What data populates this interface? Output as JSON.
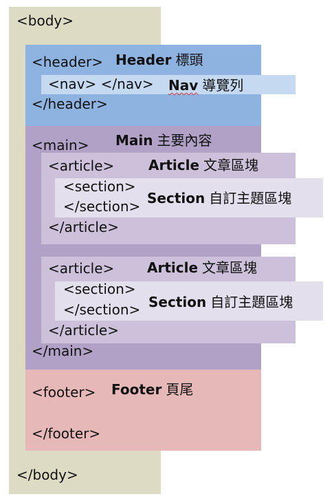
{
  "colors": {
    "body_bg": "#dedbc5",
    "header_bg": "#8eb3e0",
    "nav_bg": "#c5d9f1",
    "main_bg": "#b1a1c6",
    "article_bg": "#ccc0da",
    "section_bg": "#e3dfec",
    "footer_bg": "#e6b9b8"
  },
  "body": {
    "open": "<body>",
    "close": "</body>"
  },
  "header": {
    "open": "<header>",
    "close": "</header>",
    "label": "Header",
    "label_zh": "標頭"
  },
  "nav": {
    "open": "<nav>",
    "close": "</nav>",
    "label": "Nav",
    "label_zh": "導覽列"
  },
  "main": {
    "open": "<main>",
    "close": "</main>",
    "label": "Main",
    "label_zh": "主要內容"
  },
  "articles": [
    {
      "open": "<article>",
      "close": "</article>",
      "label": "Article",
      "label_zh": "文章區塊",
      "section": {
        "open": "<section>",
        "close": "</section>",
        "label": "Section",
        "label_zh": "自訂主題區塊"
      }
    },
    {
      "open": "<article>",
      "close": "</article>",
      "label": "Article",
      "label_zh": "文章區塊",
      "section": {
        "open": "<section>",
        "close": "</section>",
        "label": "Section",
        "label_zh": "自訂主題區塊"
      }
    }
  ],
  "footer": {
    "open": "<footer>",
    "close": "</footer>",
    "label": "Footer",
    "label_zh": "頁尾"
  }
}
